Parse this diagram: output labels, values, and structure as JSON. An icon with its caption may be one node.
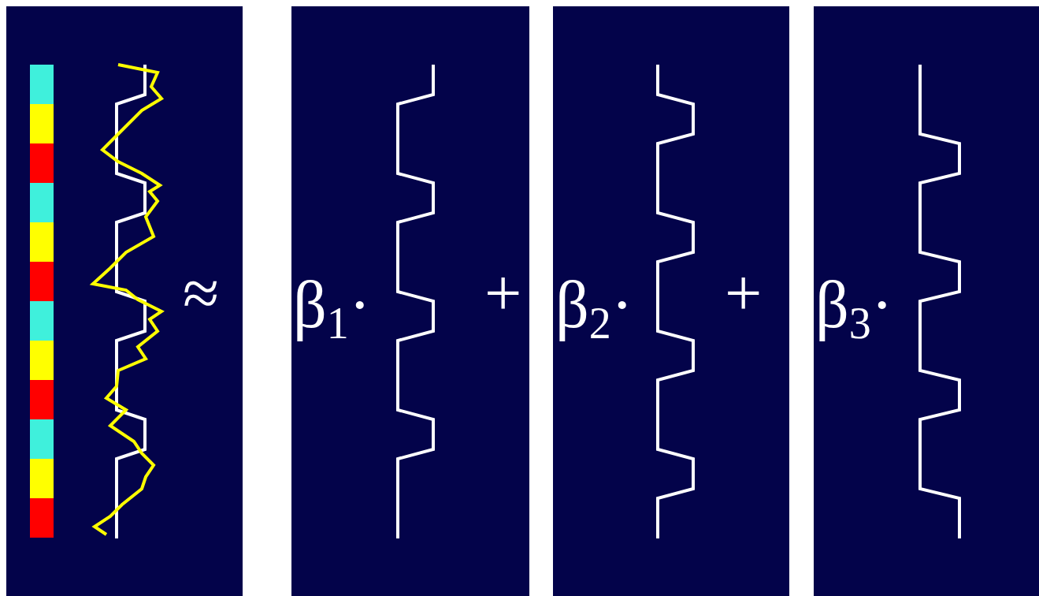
{
  "diagram": {
    "labels": [
      "≈",
      "β$_{1}$·",
      "+",
      "β$_{2}$·",
      "+",
      "β$_{3}$·"
    ]
  }
}
